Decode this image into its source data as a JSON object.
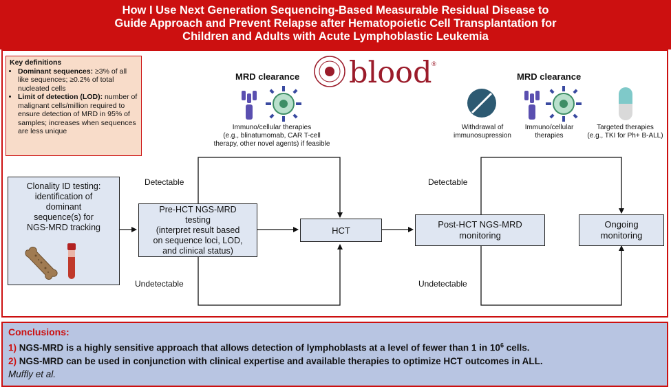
{
  "header": {
    "line1": "How I Use Next Generation Sequencing-Based Measurable Residual Disease to",
    "line2": "Guide Approach and Prevent Relapse after Hematopoietic Cell Transplantation for",
    "line3": "Children and Adults with Acute Lymphoblastic Leukemia"
  },
  "definitions": {
    "title": "Key definitions",
    "item1_term": "Dominant sequences:",
    "item1_text": " ≥3% of all like sequences; ≥0.2% of total nucleated cells",
    "item2_term": "Limit of detection (LOD):",
    "item2_text": " number of malignant cells/million required to ensure detection of MRD in 95% of samples; increases when sequences are less unique"
  },
  "logo": {
    "text": "blood"
  },
  "pre_clearance": {
    "title": "MRD clearance",
    "caption_line1": "Immuno/cellular therapies",
    "caption_line2": "(e.g., blinatumomab, CAR T-cell",
    "caption_line3": "therapy, other novel agents) if feasible"
  },
  "post_clearance": {
    "title": "MRD clearance",
    "withdrawal_line1": "Withdrawal of",
    "withdrawal_line2": "immunosupression",
    "immuno_line1": "Immuno/cellular",
    "immuno_line2": "therapies",
    "targeted_line1": "Targeted therapies",
    "targeted_line2": "(e.g., TKI for Ph+ B-ALL)"
  },
  "boxes": {
    "clonality_line1": "Clonality ID testing:",
    "clonality_line2": "identification of",
    "clonality_line3": "dominant",
    "clonality_line4": "sequence(s) for",
    "clonality_line5": "NGS-MRD tracking",
    "prehct_line1": "Pre-HCT NGS-MRD",
    "prehct_line2": "testing",
    "prehct_line3": "(interpret result based",
    "prehct_line4": "on sequence loci, LOD,",
    "prehct_line5": "and clinical status)",
    "hct": "HCT",
    "posthct_line1": "Post-HCT NGS-MRD",
    "posthct_line2": "monitoring",
    "ongoing_line1": "Ongoing",
    "ongoing_line2": "monitoring"
  },
  "labels": {
    "detectable_1": "Detectable",
    "undetectable_1": "Undetectable",
    "detectable_2": "Detectable",
    "undetectable_2": "Undetectable"
  },
  "conclusions": {
    "title": "Conclusions:",
    "n1": "1)",
    "text1_a": "NGS-MRD is a highly sensitive approach that allows detection of lymphoblasts at a level of fewer than 1 in 10",
    "text1_sup": "6",
    "text1_b": " cells.",
    "n2": "2)",
    "text2": "NGS-MRD can be used in conjunction with clinical expertise and available therapies to optimize HCT outcomes in ALL.",
    "citation": "Muffly et al."
  },
  "colors": {
    "accent": "#cc1010",
    "box_fill": "#dfe6f2",
    "defs_fill": "#f8dcc9",
    "concl_fill": "#b8c5e2"
  }
}
